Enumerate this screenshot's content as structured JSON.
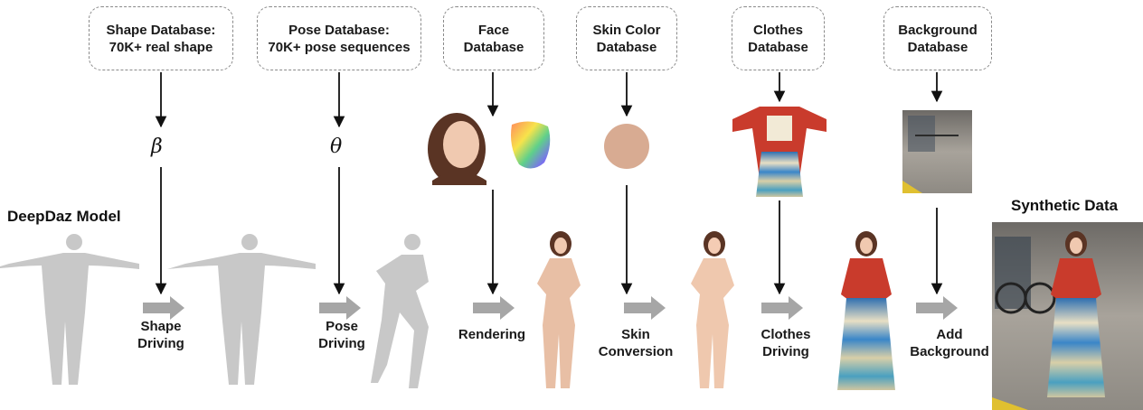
{
  "model_label": "DeepDaz Model",
  "output_label": "Synthetic Data",
  "databases": [
    {
      "id": "shape",
      "label": "Shape Database:\n70K+ real shape"
    },
    {
      "id": "pose",
      "label": "Pose Database:\n70K+ pose sequences"
    },
    {
      "id": "face",
      "label": "Face\nDatabase"
    },
    {
      "id": "skin",
      "label": "Skin Color\nDatabase"
    },
    {
      "id": "clothes",
      "label": "Clothes\nDatabase"
    },
    {
      "id": "background",
      "label": "Background\nDatabase"
    }
  ],
  "params": {
    "beta": "β",
    "theta": "θ"
  },
  "steps": [
    {
      "id": "shape",
      "label": "Shape\nDriving"
    },
    {
      "id": "pose",
      "label": "Pose\nDriving"
    },
    {
      "id": "render",
      "label": "Rendering"
    },
    {
      "id": "skin",
      "label": "Skin\nConversion"
    },
    {
      "id": "clothes",
      "label": "Clothes\nDriving"
    },
    {
      "id": "background",
      "label": "Add\nBackground"
    }
  ],
  "colors": {
    "arrow_gray": "#a6a6a6",
    "skin_swatch": "#d8ab92",
    "mannequin": "#c8c8c8",
    "dashed_border": "#8a8a8a"
  }
}
